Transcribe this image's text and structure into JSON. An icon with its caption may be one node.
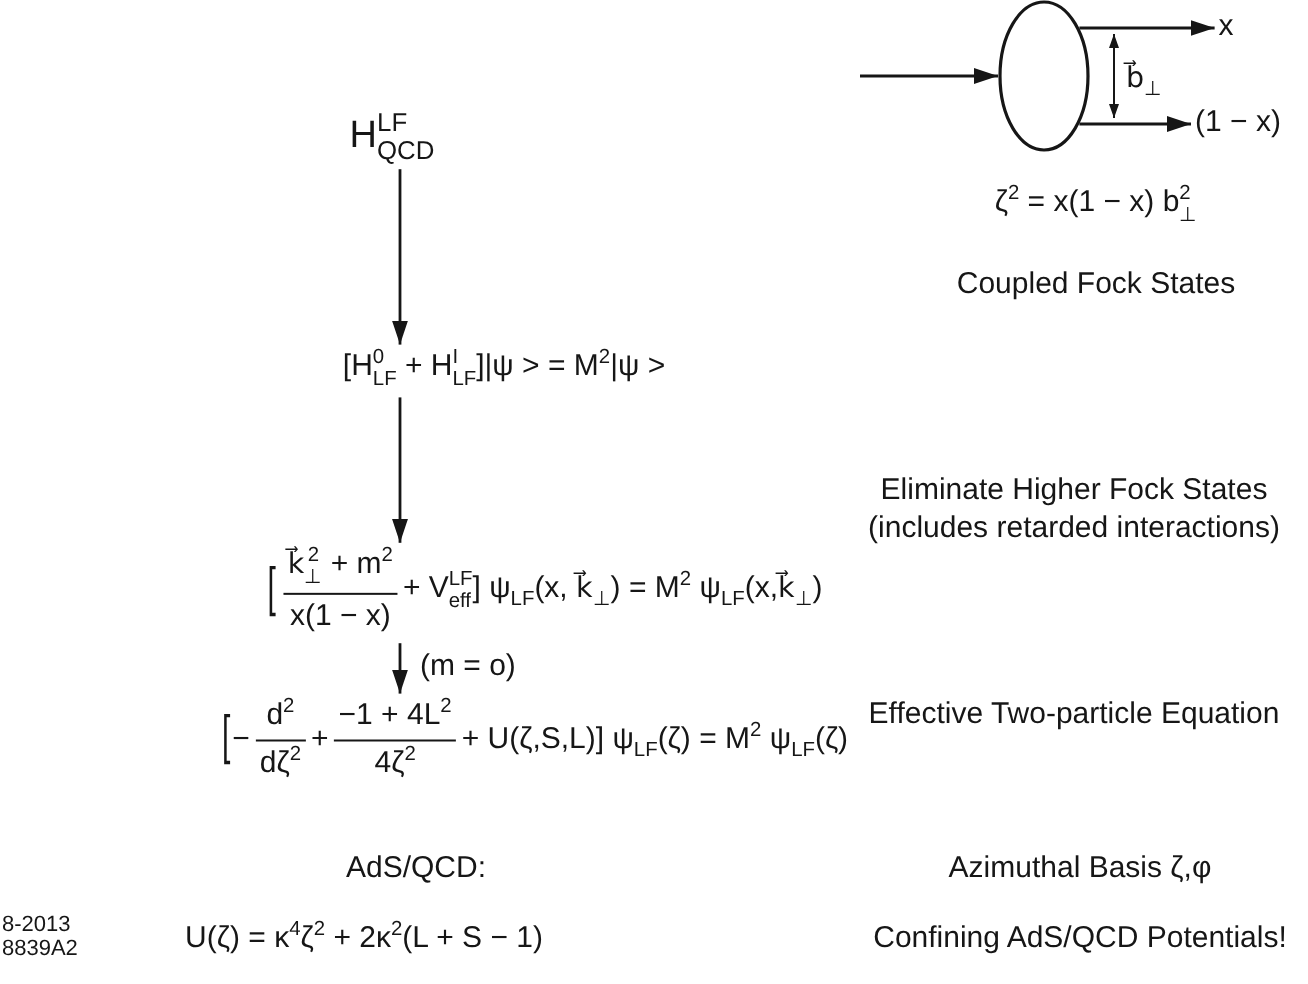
{
  "diagram": {
    "nodes": [
      {
        "text": [
          "H$^{LF}$$_{QCD}$"
        ]
      },
      {
        "text": [
          "[H$^{0}$$_{LF}$ + H$^{I}$$_{LF}$]|ψ > = M$^{2}$|ψ >"
        ]
      },
      {
        "text": [
          "[",
          "k⃗$^{2}$$_{⊥}$ + m$^{2}$",
          "x(1 − x)",
          "+ V$^{LF}$$_{eff}$] ψ$_{LF}$(x, k⃗$_{⊥}$) = M$^{2}$ ψ$_{LF}$(x,k⃗$_{⊥}$)"
        ]
      },
      {
        "text": [
          "[",
          "−",
          "d$^{2}$",
          "dζ$^{2}$",
          "+",
          "−1 + 4L$^{2}$",
          "4ζ$^{2}$",
          "+ U(ζ,S,L)] ψ$_{LF}$(ζ) = M$^{2}$ ψ$_{LF}$(ζ)"
        ]
      },
      {
        "text": [],
        "shape": "ellipse"
      },
      {
        "text": [
          "x"
        ]
      },
      {
        "text": [
          "(1 − x)"
        ]
      }
    ],
    "edges": [
      {
        "from": 0,
        "to": 1,
        "arrow": "to"
      },
      {
        "from": 1,
        "to": 2,
        "arrow": "to"
      },
      {
        "from": 2,
        "to": 3,
        "arrow": "to",
        "label": "(m = o)"
      },
      {
        "from": null,
        "to": 4,
        "arrow": "to"
      },
      {
        "from": 4,
        "to": 5,
        "arrow": "to"
      },
      {
        "from": 4,
        "to": 6,
        "arrow": "to"
      }
    ],
    "labels": [
      "b⃗$_{⊥}$",
      "ζ$^{2}$ = x(1 − x) b$^{2}$$_{⊥}$",
      "Coupled Fock States",
      "Eliminate Higher Fock States (includes retarded interactions)",
      "Effective Two-particle Equation",
      "AdS/QCD:",
      "Azimuthal Basis ζ,φ",
      "8-2013 8839A2",
      "U(ζ) = κ$^{4}$ζ$^{2}$ + 2κ$^{2}$(L + S − 1)",
      "Confining AdS/QCD Potentials!"
    ]
  }
}
